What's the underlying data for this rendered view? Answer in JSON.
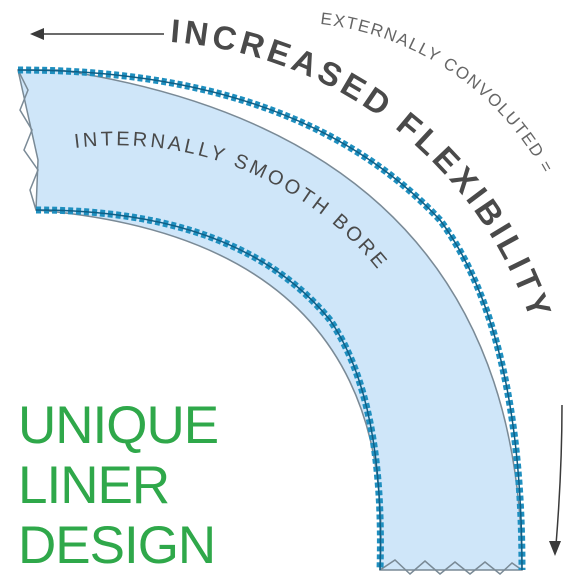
{
  "labels": {
    "externally_convoluted": "EXTERNALLY CONVOLUTED =",
    "increased_flexibility": "INCREASED FLEXIBILITY",
    "internally_smooth_bore": "INTERNALLY SMOOTH BORE"
  },
  "callout": {
    "line1": "UNIQUE",
    "line2": "LINER",
    "line3": "DESIGN"
  },
  "colors": {
    "hose_fill": "#cfe6f9",
    "hose_outline": "#6a7d8c",
    "convolution_fill": "#1f8fbf",
    "convolution_dark": "#0f5f86",
    "label_dark": "#4a4a4a",
    "label_light": "#666666",
    "arrow": "#3a3a3a",
    "callout_green": "#2fa84a"
  }
}
